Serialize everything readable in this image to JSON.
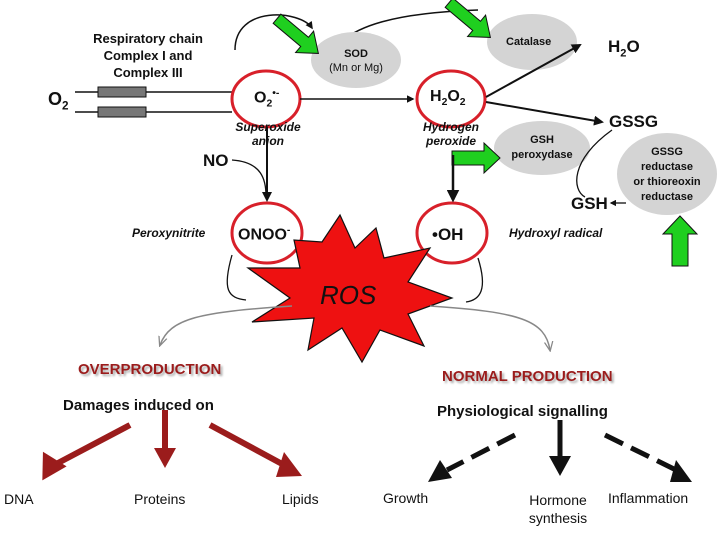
{
  "chain": {
    "line1": "Respiratory chain",
    "line2": "Complex I and",
    "line3": "Complex III",
    "o2": "O",
    "o2_sub": "2"
  },
  "superoxide": {
    "o": "O",
    "sub": "2",
    "sup": "•-",
    "label1": "Superoxide",
    "label2": "anion"
  },
  "sod": {
    "line1": "SOD",
    "line2": "(Mn or Mg)"
  },
  "h2o2": {
    "h": "H",
    "h_sub": "2",
    "o": "O",
    "o_sub": "2",
    "label1": "Hydrogen",
    "label2": "peroxide"
  },
  "catalase": "Catalase",
  "water": {
    "h": "H",
    "sub": "2",
    "o": "O"
  },
  "gssg": "GSSG",
  "gsh_peroxydase": {
    "line1": "GSH",
    "line2": "peroxydase"
  },
  "reductase": {
    "line1": "GSSG",
    "line2": "reductase",
    "line3": "or thioreoxin",
    "line4": "reductase"
  },
  "gsh": "GSH",
  "no": "NO",
  "peroxynitrite": {
    "label": "Peroxynitrite",
    "formula": "ONOO",
    "sup": "-"
  },
  "hydroxyl": {
    "formula": "•OH",
    "label": "Hydroxyl radical"
  },
  "ros": "ROS",
  "overproduction": {
    "title": "OVERPRODUCTION",
    "subtitle": "Damages induced on",
    "targets": [
      "DNA",
      "Proteins",
      "Lipids"
    ]
  },
  "normal": {
    "title": "NORMAL PRODUCTION",
    "subtitle": "Physiological signalling",
    "targets": [
      "Growth",
      "Hormone",
      "synthesis",
      "Inflammation"
    ]
  },
  "colors": {
    "red_circle": "#d8202a",
    "dark_red_arrow": "#9b1c1c",
    "green_arrow": "#1fcf1f",
    "ellipse_gray": "#d4d4d4",
    "ros_fill": "#ee1111"
  }
}
